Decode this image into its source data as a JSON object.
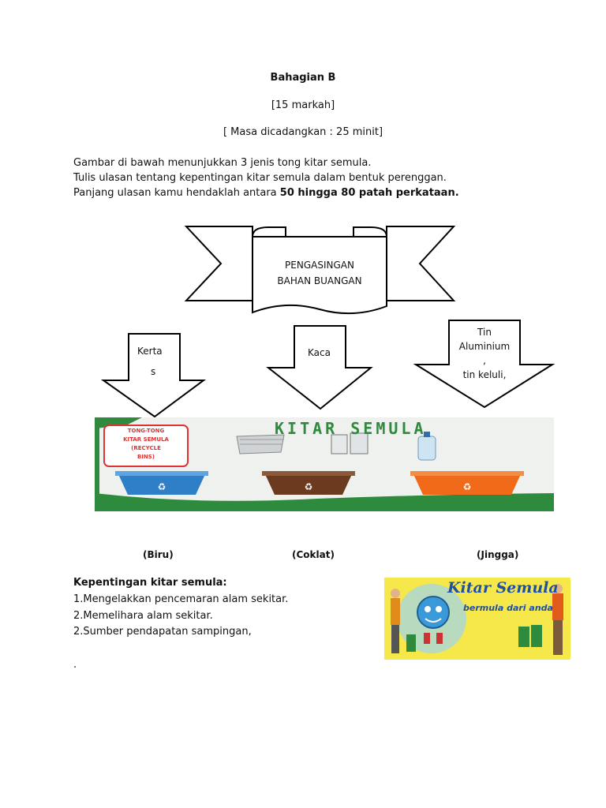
{
  "header": {
    "section": "Bahagian B",
    "marks": "[15 markah]",
    "time": "[ Masa dicadangkan : 25 minit]"
  },
  "instructions": {
    "line1": "Gambar di bawah menunjukkan 3 jenis tong kitar semula.",
    "line2": "Tulis ulasan tentang kepentingan kitar semula dalam bentuk perenggan.",
    "line3_prefix": "Panjang ulasan kamu hendaklah antara ",
    "line3_bold": "50 hingga 80 patah perkataan."
  },
  "diagram": {
    "banner_line1": "PENGASINGAN",
    "banner_line2": "BAHAN BUANGAN",
    "arrow1_line1": "Kerta",
    "arrow1_line2": "s",
    "arrow2": "Kaca",
    "arrow3_line1": "Tin",
    "arrow3_line2": "Aluminium",
    "arrow3_line3": ",",
    "arrow3_line4": "tin keluli,"
  },
  "poster": {
    "title": "KITAR SEMULA",
    "sticker_line1": "TONG-TONG",
    "sticker_line2": "KITAR SEMULA",
    "sticker_line3": "(RECYCLE",
    "sticker_line4": "BINS)"
  },
  "bins": {
    "blue": "(Biru)",
    "brown": "(Coklat)",
    "orange": "(Jingga)"
  },
  "importance": {
    "heading": "Kepentingan kitar semula:",
    "item1": "1.Mengelakkan pencemaran alam sekitar.",
    "item2": "2.Memelihara alam sekitar.",
    "item3": "2.Sumber pendapatan sampingan,",
    "dot": "."
  },
  "side_poster": {
    "title": "Kitar Semula",
    "subtitle": "bermula dari anda"
  },
  "colors": {
    "bin_blue": "#2f7fc8",
    "bin_brown": "#6b3a1f",
    "bin_orange": "#f06a1a",
    "poster_green": "#2e8a3c",
    "side_bg": "#f6e84a"
  }
}
